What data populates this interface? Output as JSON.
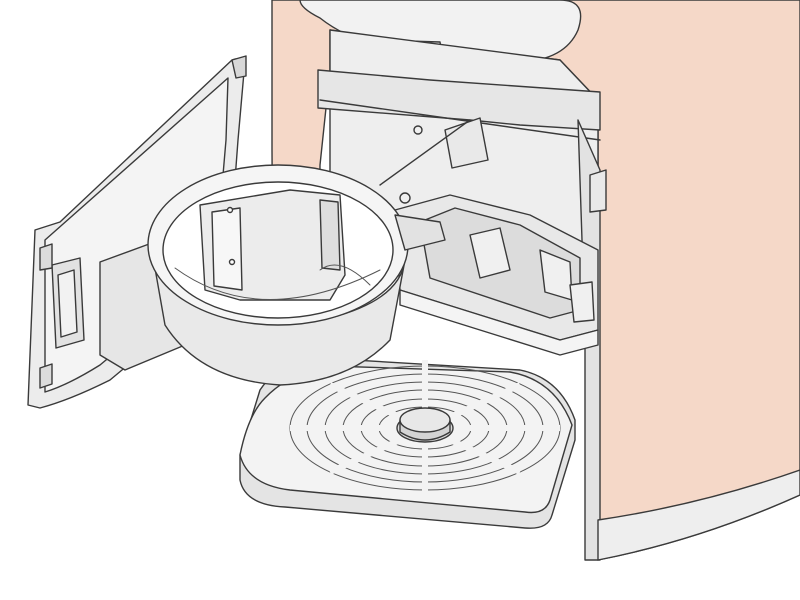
{
  "colors": {
    "body_shell": "#f5d8c8",
    "plastic_light": "#f2f2f2",
    "plastic_mid": "#e2e2e2",
    "plastic_dark": "#d2d2d2",
    "outline": "#3a3a3a",
    "background": "#ffffff"
  },
  "parts": [
    {
      "id": "appliance-body",
      "icon": "machine-housing"
    },
    {
      "id": "open-door",
      "icon": "hinged-door"
    },
    {
      "id": "filter-holder",
      "icon": "swing-out-ring"
    },
    {
      "id": "water-tray",
      "icon": "internal-tray"
    },
    {
      "id": "drip-tray",
      "icon": "drip-grate"
    }
  ]
}
